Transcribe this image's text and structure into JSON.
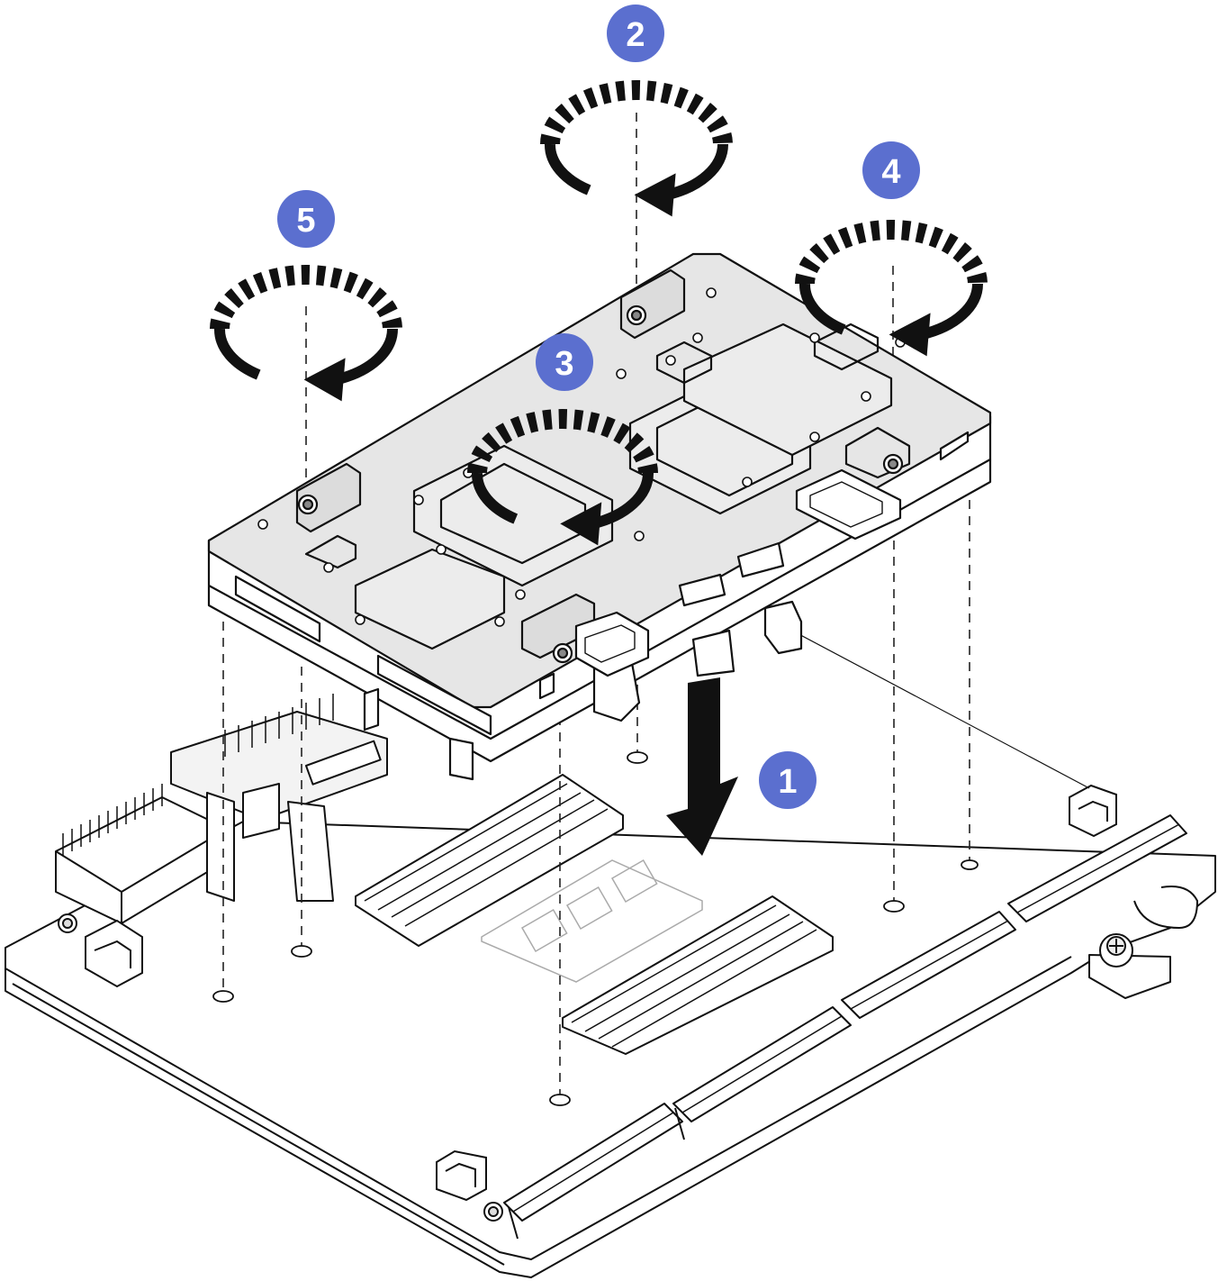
{
  "steps": [
    {
      "id": "1",
      "label": "1",
      "action": "lower-assembly"
    },
    {
      "id": "2",
      "label": "2",
      "action": "tighten-screw"
    },
    {
      "id": "3",
      "label": "3",
      "action": "tighten-screw"
    },
    {
      "id": "4",
      "label": "4",
      "action": "tighten-screw"
    },
    {
      "id": "5",
      "label": "5",
      "action": "tighten-screw"
    }
  ],
  "colors": {
    "badge": "#5b6fcf",
    "badge_text": "#ffffff",
    "line": "#111111",
    "part_fill": "#e6e6e6",
    "board_fill": "#ffffff",
    "dashed": "#222222"
  }
}
